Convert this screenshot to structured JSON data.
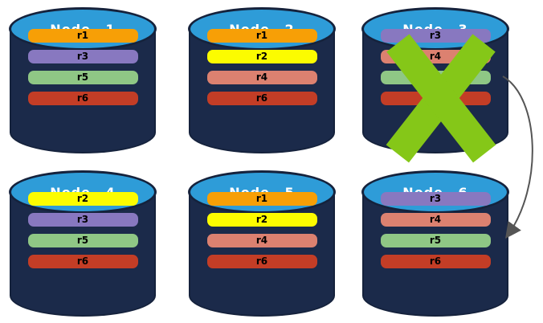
{
  "diagram": {
    "background_color": "#FFFFFF",
    "cylinder": {
      "body_color": "#1B2A4A",
      "top_color": "#2E9CD8",
      "outline_color": "#15223C",
      "title_color": "#FFFFFF"
    },
    "nodes": [
      {
        "title": "Node 1",
        "failed": false,
        "replicas": [
          {
            "label": "r1",
            "color": "#F79F06"
          },
          {
            "label": "r3",
            "color": "#8878C0"
          },
          {
            "label": "r5",
            "color": "#8FC785"
          },
          {
            "label": "r6",
            "color": "#C33D26"
          }
        ]
      },
      {
        "title": "Node 2",
        "failed": false,
        "replicas": [
          {
            "label": "r1",
            "color": "#F79F06"
          },
          {
            "label": "r2",
            "color": "#FCFC00"
          },
          {
            "label": "r4",
            "color": "#DC8170"
          },
          {
            "label": "r6",
            "color": "#C33D26"
          }
        ]
      },
      {
        "title": "Node 3",
        "failed": true,
        "replicas": [
          {
            "label": "r3",
            "color": "#8878C0"
          },
          {
            "label": "r4",
            "color": "#DC8170"
          },
          {
            "label": "r5",
            "color": "#8FC785"
          },
          {
            "label": "r6",
            "color": "#C33D26"
          }
        ]
      },
      {
        "title": "Node 4",
        "failed": false,
        "replicas": [
          {
            "label": "r2",
            "color": "#FCFC00"
          },
          {
            "label": "r3",
            "color": "#8878C0"
          },
          {
            "label": "r5",
            "color": "#8FC785"
          },
          {
            "label": "r6",
            "color": "#C33D26"
          }
        ]
      },
      {
        "title": "Node 5",
        "failed": false,
        "replicas": [
          {
            "label": "r1",
            "color": "#F79F06"
          },
          {
            "label": "r2",
            "color": "#FCFC00"
          },
          {
            "label": "r4",
            "color": "#DC8170"
          },
          {
            "label": "r6",
            "color": "#C33D26"
          }
        ]
      },
      {
        "title": "Node 6",
        "failed": false,
        "replicas": [
          {
            "label": "r3",
            "color": "#8878C0"
          },
          {
            "label": "r4",
            "color": "#DC8170"
          },
          {
            "label": "r5",
            "color": "#8FC785"
          },
          {
            "label": "r6",
            "color": "#C33D26"
          }
        ]
      }
    ],
    "failure_mark": {
      "node": "Node 3",
      "shape": "x-cross",
      "color": "#85C718"
    },
    "arrow": {
      "from": "Node 3",
      "to": "Node 6",
      "color": "#555555"
    }
  }
}
